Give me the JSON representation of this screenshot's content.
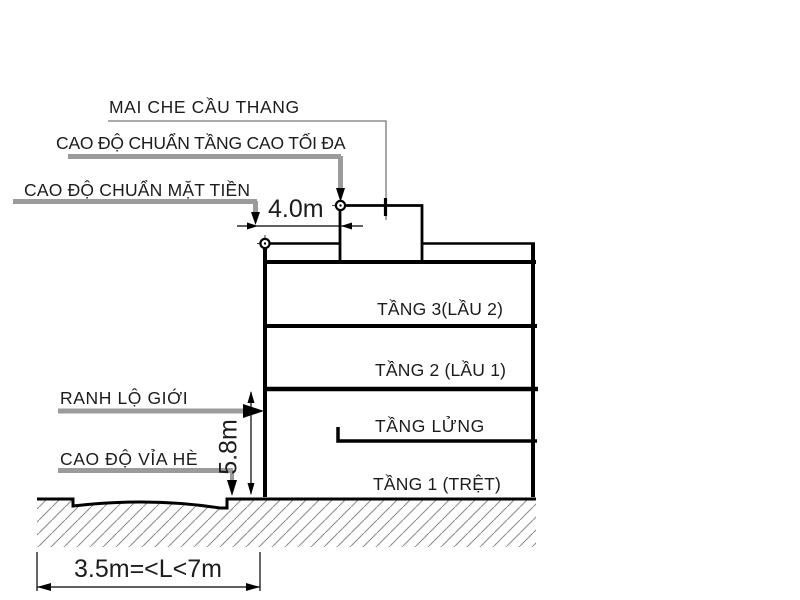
{
  "diagram": {
    "type": "building-elevation-regulation",
    "annotations": {
      "stair_canopy": "MAI CHE CẦU THANG",
      "max_height_datum": "CAO ĐỘ CHUẨN TẦNG CAO TỐI ĐA",
      "facade_datum": "CAO ĐỘ CHUẨN MẶT TIỀN",
      "road_boundary": "RANH LỘ GIỚI",
      "sidewalk_datum": "CAO ĐỘ VỈA HÈ"
    },
    "floors": [
      {
        "label": "TẦNG 3(LẦU 2)"
      },
      {
        "label": "TẦNG 2 (LẦU 1)"
      },
      {
        "label": "TẦNG LỬNG"
      },
      {
        "label": "TẦNG 1 (TRỆT)"
      }
    ],
    "dimensions": {
      "canopy_setback": "4.0m",
      "front_block_height": "5.8m",
      "lot_width_range": "3.5m=<L<7m"
    },
    "colors": {
      "line": "#000000",
      "leader_gray": "#9b9b9b",
      "text": "#1c1c1c",
      "hatch": "#8f8f8f",
      "background": "#ffffff"
    }
  }
}
